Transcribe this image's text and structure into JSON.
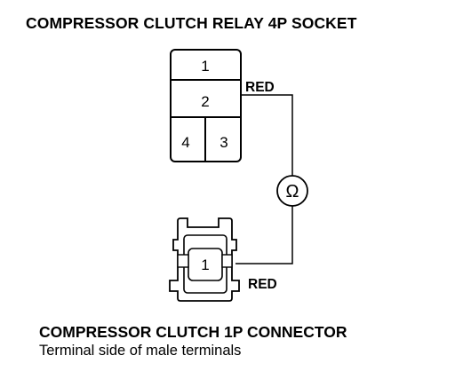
{
  "title_top": "COMPRESSOR CLUTCH RELAY 4P SOCKET",
  "title_bottom": "COMPRESSOR CLUTCH 1P CONNECTOR",
  "subtitle_bottom": "Terminal side of male terminals",
  "relay_socket": {
    "terminals": [
      "1",
      "2",
      "4",
      "3"
    ]
  },
  "connector_1p": {
    "terminal": "1"
  },
  "wires": {
    "top_color": "RED",
    "bottom_color": "RED"
  },
  "meter_symbol": "Ω"
}
